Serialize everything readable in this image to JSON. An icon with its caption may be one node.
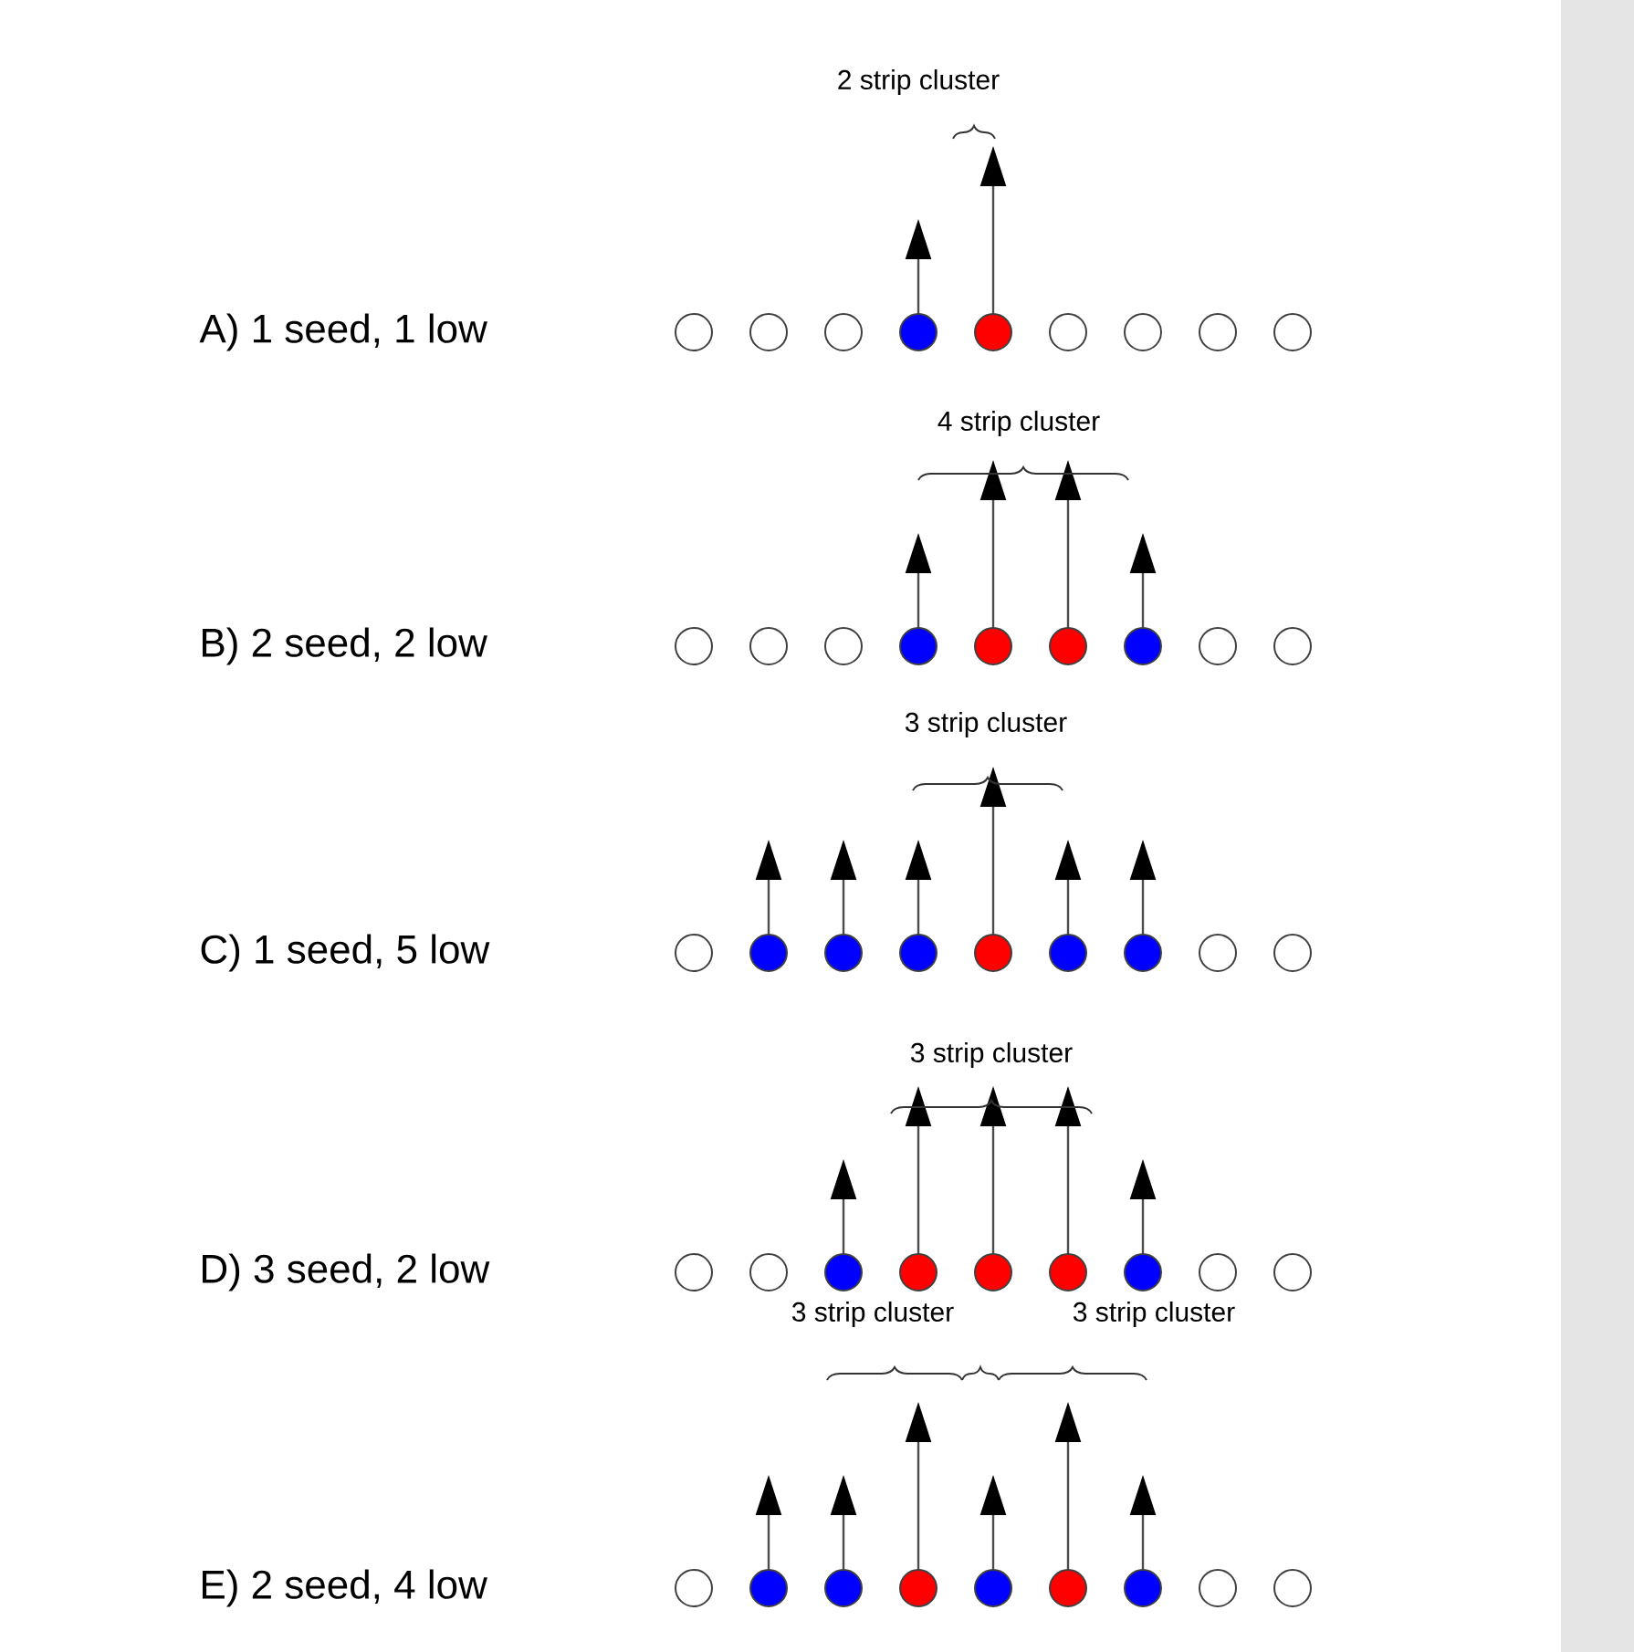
{
  "diagram": {
    "labels": [
      "2 strip cluster",
      "A) 1 seed, 1 low",
      "4 strip cluster",
      "B) 2 seed, 2 low",
      "3 strip cluster",
      "C) 1 seed, 5 low",
      "3 strip cluster",
      "D) 3 seed, 2 low",
      "3 strip cluster",
      "3 strip cluster",
      "E) 2 seed, 4 low"
    ]
  }
}
